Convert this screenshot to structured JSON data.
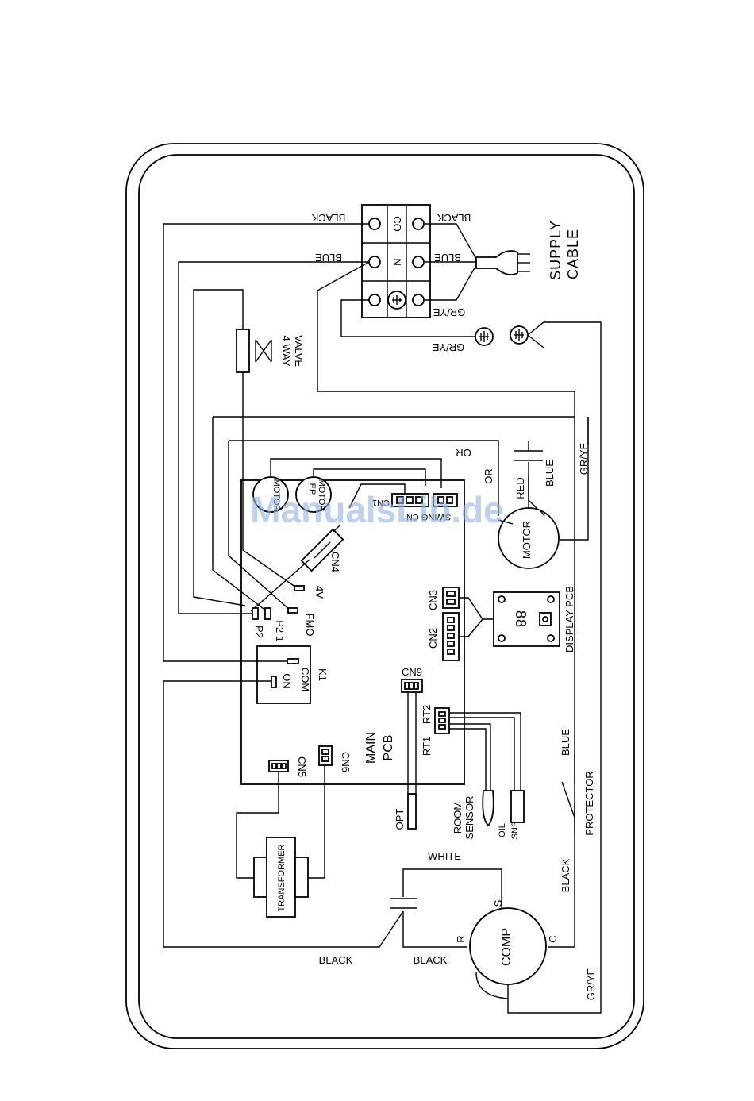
{
  "watermark": "ManualsLib.de",
  "labels": {
    "black_top_left": "BLACK",
    "black_top_right": "BLACK",
    "blue_left": "BLUE",
    "blue_right": "BLUE",
    "grye_term": "GR/YE",
    "grye_ground": "GR/YE",
    "term_co": "CO",
    "term_n": "N",
    "supply": "SUPPLY",
    "cable": "CABLE",
    "valve_1": "4 WAY",
    "valve_2": "VALVE",
    "or_top": "OR",
    "or_mid": "OR",
    "red": "RED",
    "blue_motor": "BLUE",
    "grye_motor": "GR/YE",
    "motor_main": "MOTOR",
    "motor_small_1": "MOTOR",
    "motor_small_2a": "EP",
    "motor_small_2b": "MOTOR",
    "swing_cn": "SWING CN",
    "cn1": "CN1",
    "cn4": "CN4",
    "v4": "4V",
    "fmo": "FMO",
    "p2": "P2",
    "p21": "P2-1",
    "cn3": "CN3",
    "cn2": "CN2",
    "display_pcb": "DISPLAY PCB",
    "display_digits": "88",
    "k1": "K1",
    "on": "ON",
    "com": "COM",
    "cn9": "CN9",
    "rt2": "RT2",
    "rt1": "RT1",
    "main": "MAIN",
    "pcb": "PCB",
    "cn5": "CN5",
    "cn6": "CN6",
    "opt": "OPT",
    "room": "ROOM",
    "sensor": "SENSOR",
    "pipe_a": "OIL",
    "pipe_b": "SNS",
    "blue_prot": "BLUE",
    "protector": "PROTECTOR",
    "transformer": "TRANSFORMER",
    "white": "WHITE",
    "s": "S",
    "r": "R",
    "c": "C",
    "comp": "COMP",
    "black_bottom_left": "BLACK",
    "black_bottom_mid": "BLACK",
    "black_comp": "BLACK",
    "grye_bottom": "GR/YE"
  }
}
